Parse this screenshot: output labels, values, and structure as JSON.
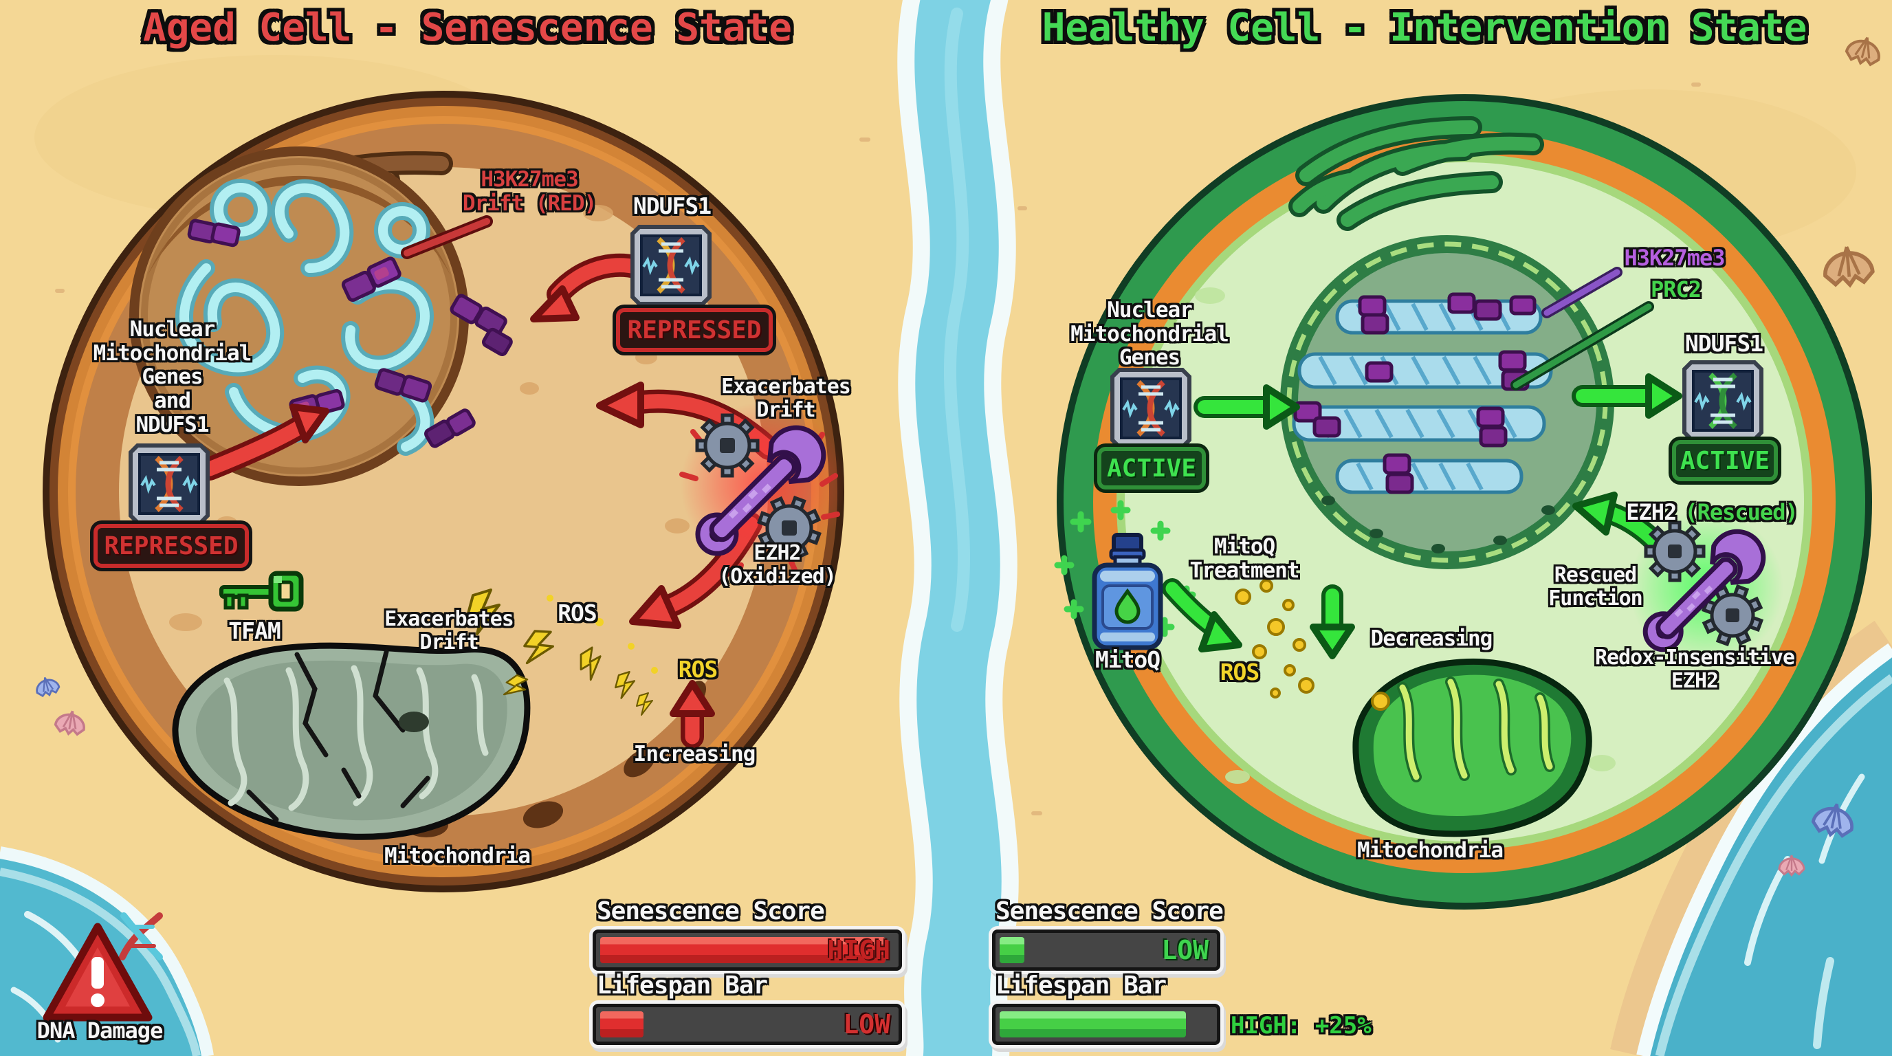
{
  "colors": {
    "aged_title_red": "#e34848",
    "healthy_title_green": "#45d955",
    "repressed_red": "#d03232",
    "active_green": "#3ee24f",
    "ros_yellow": "#f2d42a",
    "h3k27me3_purple": "#b65fe0",
    "prc2_green": "#44d34c",
    "bar_red": "#e02e2e",
    "bar_green": "#46cf46",
    "sand": "#f4d795",
    "water": "#7ed2e4"
  },
  "icons": {
    "dna": "dna-icon",
    "wrench_gears": "wrench-gears-icon",
    "key": "key-icon",
    "mitoq_bottle": "mitoq-bottle-icon",
    "warning_triangle": "warning-triangle-icon",
    "shell": "shell-icon",
    "ros_spark": "ros-spark-icon"
  },
  "left": {
    "title": "Aged Cell - Senescence State",
    "h3k27me3_drift": "H3K27me3\nDrift (RED)",
    "ndufs1_top": "NDUFS1",
    "repressed_top": "REPRESSED",
    "exacerbates_drift_top": "Exacerbates\nDrift",
    "nuclear_genes": "Nuclear\nMitochondrial\nGenes\nand\nNDUFS1",
    "repressed_left": "REPRESSED",
    "tfam": "TFAM",
    "exacerbates_drift_bottom": "Exacerbates\nDrift",
    "ezh2_oxidized": "EZH2\n(Oxidized)",
    "ros_label": "ROS",
    "ros_increasing_label": "ROS",
    "increasing": "Increasing",
    "mitochondria": "Mitochondria",
    "dna_damage": "DNA Damage",
    "senescence_score": {
      "label": "Senescence Score",
      "value": "HIGH",
      "fill_percent": 97
    },
    "lifespan_bar": {
      "label": "Lifespan Bar",
      "value": "LOW",
      "fill_percent": 17
    }
  },
  "right": {
    "title": "Healthy Cell - Intervention State",
    "nuclear_genes": "Nuclear\nMitochondrial\nGenes",
    "active_genes": "ACTIVE",
    "h3k27me3": "H3K27me3",
    "prc2": "PRC2",
    "ndufs1": "NDUFS1",
    "active_ndufs1": "ACTIVE",
    "mitoq_treatment": "MitoQ\nTreatment",
    "mitoq": "MitoQ",
    "ros": "ROS",
    "decreasing": "Decreasing",
    "ezh2": "EZH2",
    "rescued": "(Rescued)",
    "rescued_function": "Rescued\nFunction",
    "redox_insensitive": "Redox-Insensitive\nEZH2",
    "mitochondria": "Mitochondria",
    "senescence_score": {
      "label": "Senescence Score",
      "value": "LOW",
      "fill_percent": 15
    },
    "lifespan_bar": {
      "label": "Lifespan Bar",
      "value": "HIGH: +25%",
      "fill_percent": 88
    }
  }
}
